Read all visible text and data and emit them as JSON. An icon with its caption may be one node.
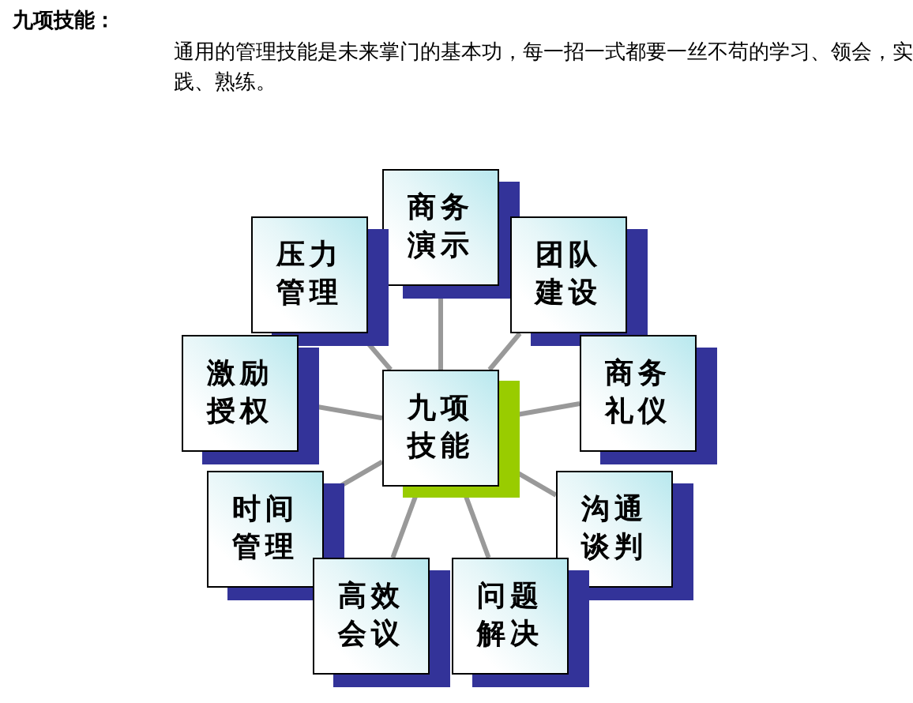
{
  "diagram": {
    "title": "九项技能：",
    "nodes": [
      {
        "text": [
          "九项技能"
        ]
      },
      {
        "text": [
          "商务演示"
        ]
      },
      {
        "text": [
          "团队建设"
        ]
      },
      {
        "text": [
          "商务礼仪"
        ]
      },
      {
        "text": [
          "沟通谈判"
        ]
      },
      {
        "text": [
          "问题解决"
        ]
      },
      {
        "text": [
          "高效会议"
        ]
      },
      {
        "text": [
          "时间管理"
        ]
      },
      {
        "text": [
          "激励授权"
        ]
      },
      {
        "text": [
          "压力管理"
        ]
      }
    ],
    "edges": [
      {
        "from": 0,
        "to": 1,
        "arrow": "none"
      },
      {
        "from": 0,
        "to": 2,
        "arrow": "none"
      },
      {
        "from": 0,
        "to": 3,
        "arrow": "none"
      },
      {
        "from": 0,
        "to": 4,
        "arrow": "none"
      },
      {
        "from": 0,
        "to": 5,
        "arrow": "none"
      },
      {
        "from": 0,
        "to": 6,
        "arrow": "none"
      },
      {
        "from": 0,
        "to": 7,
        "arrow": "none"
      },
      {
        "from": 0,
        "to": 8,
        "arrow": "none"
      },
      {
        "from": 0,
        "to": 9,
        "arrow": "none"
      }
    ],
    "labels": [
      "通用的管理技能是未来掌门的基本功，每一招一式都要一丝不苟的学习、领会，实践、熟练。"
    ]
  }
}
